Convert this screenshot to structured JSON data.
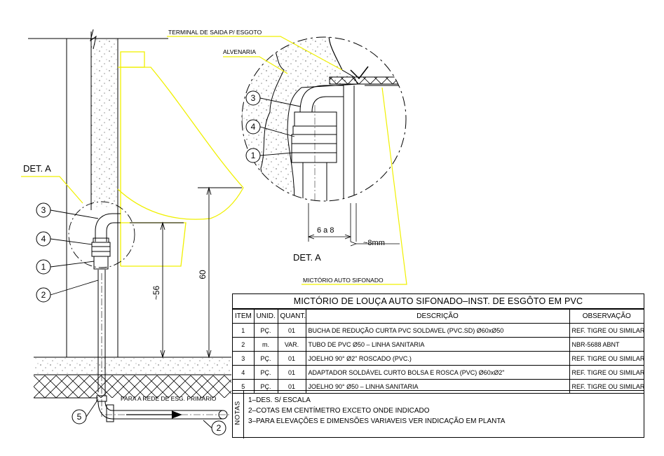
{
  "labels": {
    "terminal": "TERMINAL DE SAIDA P/ ESGOTO",
    "alvenaria": "ALVENARIA",
    "det_a_left": "DET. A",
    "det_a_detail": "DET. A",
    "mictorio": "MICTÓRIO AUTO SIFONADO",
    "dim_6a8": "6 a 8",
    "dim_8mm": "~8mm",
    "dim_56": "~56",
    "dim_60": "60",
    "para_rede": "PARA A REDE DE ESG. PRIMÁRIO"
  },
  "balloons": {
    "left": [
      "3",
      "4",
      "1",
      "2",
      "5",
      "2"
    ],
    "detail": [
      "3",
      "4",
      "1"
    ]
  },
  "table": {
    "title": "MICTÓRIO DE LOUÇA AUTO SIFONADO–INST. DE ESGÔTO EM PVC",
    "headers": [
      "ITEM",
      "UNID.",
      "QUANT.",
      "DESCRIÇÃO",
      "OBSERVAÇÃO"
    ],
    "rows": [
      [
        "1",
        "PÇ.",
        "01",
        "BUCHA DE REDUÇÃO CURTA PVC SOLDAVEL (PVC.SD) Ø60xØ50",
        "REF. TIGRE OU SIMILAR"
      ],
      [
        "2",
        "m.",
        "VAR.",
        "TUBO DE PVC Ø50 – LINHA SANITARIA",
        "NBR-5688 ABNT"
      ],
      [
        "3",
        "PÇ.",
        "01",
        "JOELHO 90° Ø2\" ROSCADO (PVC.)",
        "REF. TIGRE OU SIMILAR"
      ],
      [
        "4",
        "PÇ.",
        "01",
        "ADAPTADOR SOLDÁVEL CURTO BOLSA E ROSCA (PVC) Ø60xØ2\"",
        "REF. TIGRE OU SIMILAR"
      ],
      [
        "5",
        "PÇ.",
        "01",
        "JOELHO 90° Ø50 – LINHA SANITARIA",
        "REF. TIGRE OU SIMILAR"
      ]
    ],
    "notes_label": "NOTAS",
    "notes": [
      "1–DES. S/ ESCALA",
      "2–COTAS EM CENTÍMETRO EXCETO ONDE INDICADO",
      "3–PARA ELEVAÇÕES E DIMENSÕES VARIAVEIS VER INDICAÇÃO EM PLANTA"
    ]
  },
  "colors": {
    "line": "#000000",
    "fixture": "#f0f000",
    "background": "#ffffff"
  }
}
